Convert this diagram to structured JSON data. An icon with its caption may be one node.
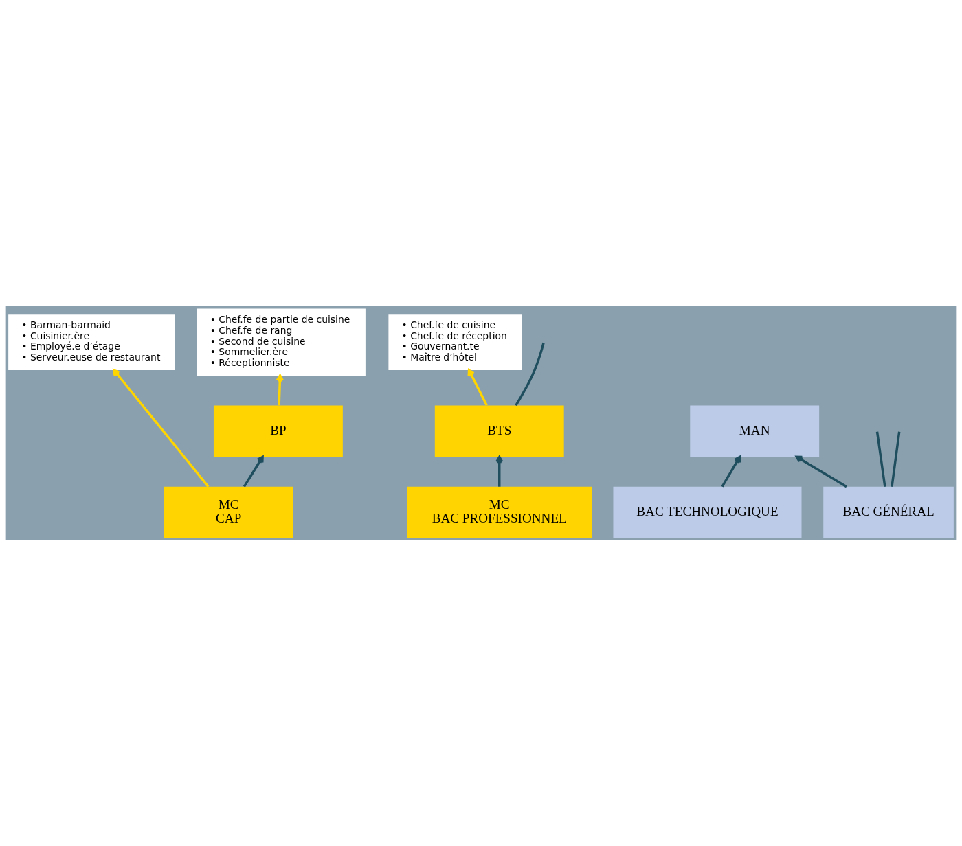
{
  "diagram": {
    "nodes": [
      {
        "text": [
          "• Barman-barmaid",
          "• Cuisinier.ère",
          "• Employé.e d’étage",
          "• Serveur.euse de restaurant"
        ]
      },
      {
        "text": [
          "MC",
          "CAP"
        ]
      },
      {
        "text": [
          "• Chef.fe de partie de cuisine",
          "• Chef.fe de rang",
          "• Second de cuisine",
          "• Sommelier.ère",
          "• Réceptionniste"
        ]
      },
      {
        "text": [
          "BP"
        ]
      },
      {
        "text": [
          "MC",
          "BAC PROFESSIONNEL"
        ]
      },
      {
        "text": [
          "BAC TECHNOLOGIQUE"
        ]
      },
      {
        "text": [
          "BAC GÉNÉRAL"
        ]
      },
      {
        "text": [
          "• Chef.fe de cuisine",
          "• Chef.fe de réception",
          "• Gouvernant.te",
          "• Maître d’hôtel"
        ]
      },
      {
        "text": [
          "BTS"
        ]
      },
      {
        "text": [
          "MAN"
        ]
      }
    ],
    "edges": [
      {
        "from": 1,
        "to": 0,
        "arrow": "to",
        "color": "#ffd500"
      },
      {
        "from": 1,
        "to": 3,
        "arrow": "to"
      },
      {
        "from": 3,
        "to": 2,
        "arrow": "to",
        "color": "#ffd500"
      },
      {
        "from": 4,
        "to": 8,
        "arrow": "to"
      },
      {
        "from": 8,
        "to": 7,
        "arrow": "to",
        "color": "#ffd500"
      },
      {
        "from": 5,
        "to": 9,
        "arrow": "to"
      },
      {
        "from": 6,
        "to": 9,
        "arrow": "to"
      },
      {
        "from": 6,
        "to": null,
        "arrow": "none"
      },
      {
        "from": 6,
        "to": null,
        "arrow": "none"
      },
      {
        "from": 8,
        "to": null,
        "arrow": "none"
      }
    ]
  }
}
